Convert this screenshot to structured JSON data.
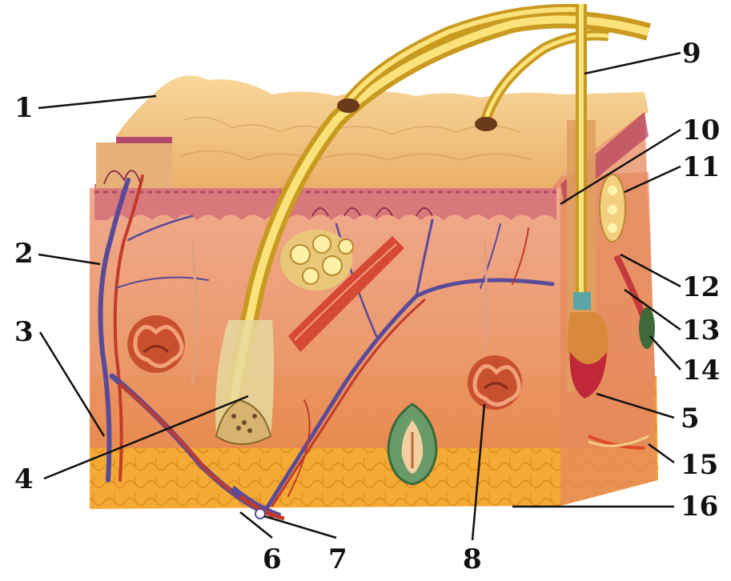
{
  "labels": {
    "l1": "1",
    "l2": "2",
    "l3": "3",
    "l4": "4",
    "l5": "5",
    "l6": "6",
    "l7": "7",
    "l8": "8",
    "l9": "9",
    "l10": "10",
    "l11": "11",
    "l12": "12",
    "l13": "13",
    "l14": "14",
    "l15": "15",
    "l16": "16"
  },
  "colors": {
    "epidermis": "#f2b766",
    "dermis": "#eb9a6a",
    "subcutis": "#f4a93a",
    "hair": "#f3d34a",
    "vessel_blue": "#5a4a9a",
    "vessel_red": "#c23a2a",
    "gland": "#c8502e"
  }
}
